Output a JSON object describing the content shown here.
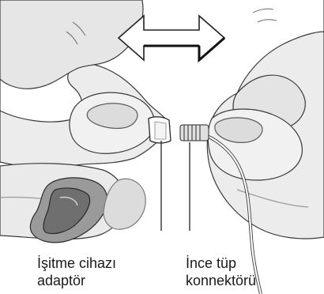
{
  "labels": {
    "hearing_aid_adapter": {
      "line1": "İşitme cihazı",
      "line2": "adaptör"
    },
    "thin_tube_connector": {
      "line1": "İnce tüp",
      "line2": "konnektörü"
    }
  },
  "colors": {
    "skin_fill": "#e9e9e9",
    "skin_shade": "#d2d2d2",
    "outline": "#3a3a3a",
    "device_dark": "#6f6f6f",
    "device_mid": "#9a9a9a",
    "arrow_fill": "#ffffff",
    "arrow_stroke": "#222222"
  },
  "icons": {
    "arrow": "double-headed-arrow-icon",
    "left_hand": "left-hand-holding-hearing-aid",
    "right_hand": "right-hand-holding-thin-tube"
  }
}
